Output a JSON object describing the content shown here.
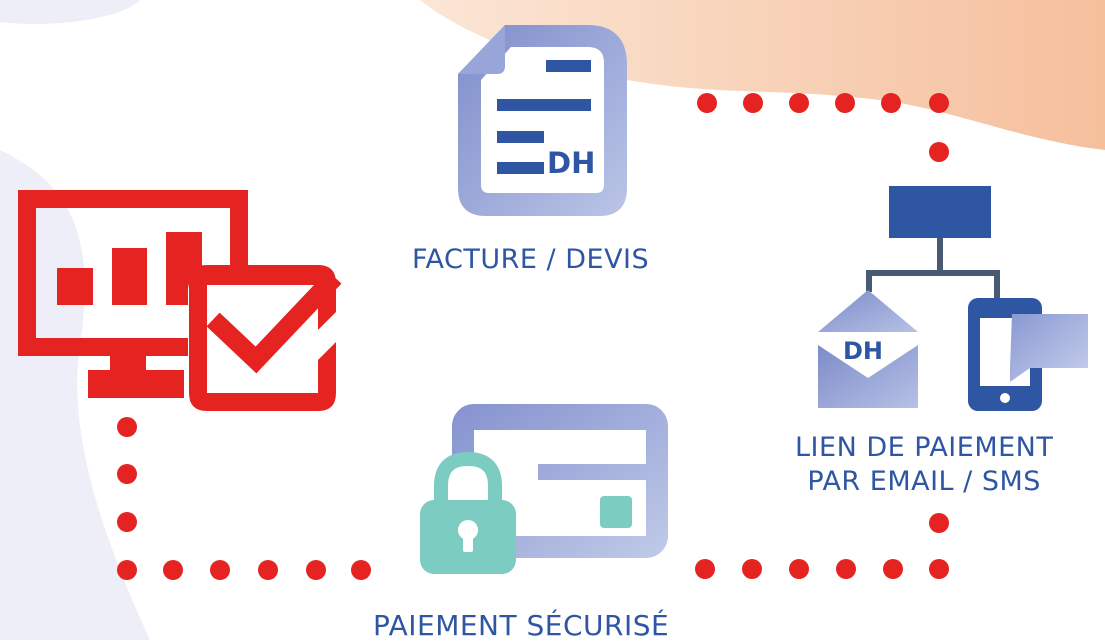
{
  "colors": {
    "red": "#e52321",
    "blue": "#2f56a3",
    "teal": "#7cccc2",
    "peach": "#f5c2a0",
    "lavender": "#eeeef8"
  },
  "steps": [
    {
      "icon": "dashboard-monitor-check-icon",
      "label": ""
    },
    {
      "icon": "invoice-document-icon",
      "label": "FACTURE / DEVIS",
      "doc_badge": "DH"
    },
    {
      "icon": "email-sms-link-icon",
      "label_lines": [
        "LIEN DE PAIEMENT",
        "PAR EMAIL / SMS"
      ],
      "envelope_badge": "DH"
    },
    {
      "icon": "secure-card-lock-icon",
      "label": "PAIEMENT SÉCURISÉ"
    }
  ]
}
